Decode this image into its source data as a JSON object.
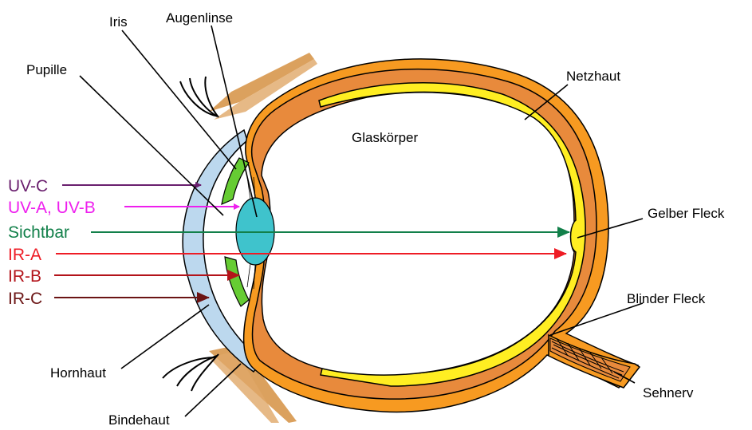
{
  "labels": {
    "iris": "Iris",
    "augenlinse": "Augenlinse",
    "pupille": "Pupille",
    "netzhaut": "Netzhaut",
    "glaskoerper": "Glaskörper",
    "gelber_fleck": "Gelber Fleck",
    "blinder_fleck": "Blinder Fleck",
    "hornhaut": "Hornhaut",
    "bindehaut": "Bindehaut",
    "sehnerv": "Sehnerv"
  },
  "radiation": [
    {
      "label": "UV-C",
      "color": "#6a1f6e"
    },
    {
      "label": "UV-A, UV-B",
      "color": "#ee1fee"
    },
    {
      "label": "Sichtbar",
      "color": "#12804a"
    },
    {
      "label": "IR-A",
      "color": "#ee1c25"
    },
    {
      "label": "IR-B",
      "color": "#b3131a"
    },
    {
      "label": "IR-C",
      "color": "#6b1414"
    }
  ],
  "colors": {
    "sclera": "#f79a21",
    "choroid": "#e88a3c",
    "retina": "#ffee22",
    "cornea": "#bcd8ee",
    "iris": "#66cc33",
    "lens": "#3fc3cc",
    "eyelid": "#dba15e"
  }
}
